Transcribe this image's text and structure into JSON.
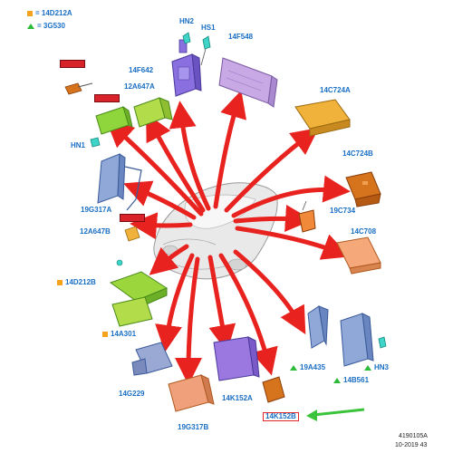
{
  "legend": [
    {
      "symbol": "square",
      "color": "#f5a21c",
      "text": "= 14D212A"
    },
    {
      "symbol": "triangle",
      "color": "#2dba3a",
      "text": "= 3G530"
    }
  ],
  "labels": {
    "hn2": "HN2",
    "hs1": "HS1",
    "c14f548": "14F548",
    "c14f642": "14F642",
    "c12a647a": "12A647A",
    "c14c724a": "14C724A",
    "hn1": "HN1",
    "c14c724b": "14C724B",
    "c19g317a": "19G317A",
    "c19c734": "19C734",
    "c12a647b": "12A647B",
    "c14c708": "14C708",
    "c14d212b": "14D212B",
    "c14a301": "14A301",
    "c19a435": "19A435",
    "c14b561": "14B561",
    "hn3": "HN3",
    "c14g229": "14G229",
    "c14k152a": "14K152A",
    "c19g317b": "19G317B",
    "c14k152b": "14K152B"
  },
  "footer": {
    "code": "4190105A",
    "date": "10-2019 43"
  },
  "colors": {
    "arrow": "#e8231f",
    "label": "#1a6fc4",
    "callout_arrow": "#3bc43b",
    "module_green": "#8fd63c",
    "module_purple": "#8a6fe0",
    "module_lavender": "#c9a8e6",
    "module_orange": "#f0b23a",
    "module_darkorange": "#d6741e",
    "module_salmon": "#f09a6a",
    "module_blue": "#8fa8d8",
    "connector_cyan": "#3fd4c8"
  }
}
